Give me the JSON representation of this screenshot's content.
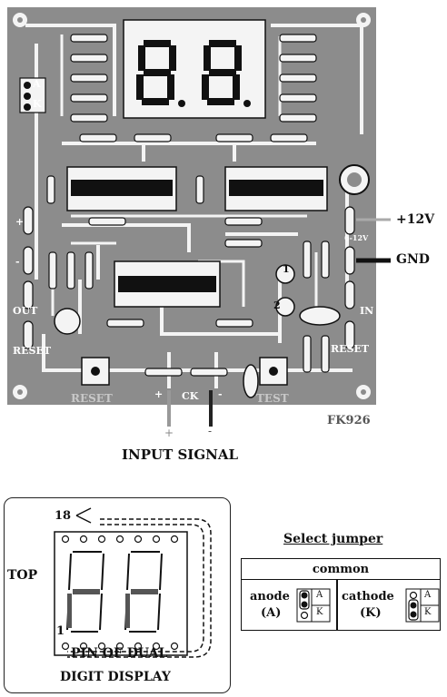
{
  "board": {
    "model": "FK926",
    "plus_label": "+",
    "minus_label": "-",
    "out_label": "OUT",
    "reset_left_label": "RESET",
    "in_label": "IN",
    "reset_right_label": "RESET",
    "range_label": "6-12V",
    "silk_reset": "RESET",
    "silk_test": "TEST",
    "ck_label": "CK",
    "ck_plus": "+",
    "ck_minus": "-",
    "signal_plus": "+",
    "signal_minus": "-",
    "jumper_a": "A",
    "jumper_k": "K",
    "pad_1": "1",
    "pad_2": "2"
  },
  "annotations": {
    "supply": "+12V",
    "ground": "GND",
    "input_signal": "INPUT SIGNAL"
  },
  "pin_panel": {
    "top_label": "TOP",
    "pin_18": "18",
    "pin_1": "1",
    "caption_line1": "PIN OF DUAL",
    "caption_line2": "DIGIT DISPLAY"
  },
  "jumper_panel": {
    "title": "Select jumper",
    "header": "common",
    "anode_label": "anode",
    "anode_abbr": "(A)",
    "cathode_label": "cathode",
    "cathode_abbr": "(K)",
    "a": "A",
    "k": "K"
  },
  "colors": {
    "board": "#8c8c8c",
    "trace": "#f4f4f4",
    "ink": "#111111"
  }
}
